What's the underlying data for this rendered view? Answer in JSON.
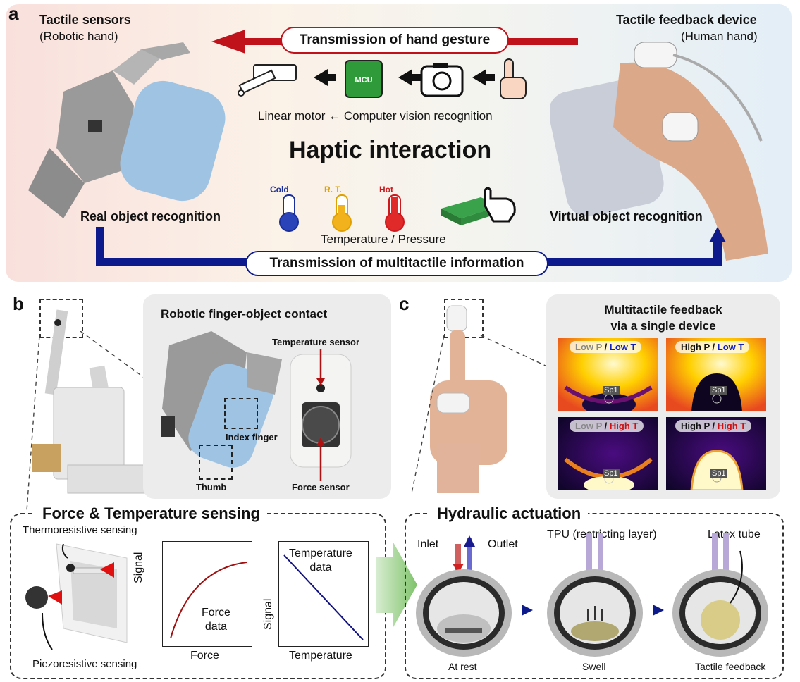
{
  "panel_a": {
    "letter": "a",
    "left_title": "Tactile sensors",
    "left_sub": "(Robotic hand)",
    "right_title": "Tactile feedback device",
    "right_sub": "(Human hand)",
    "top_arrow_label": "Transmission of hand gesture",
    "mcu_label": "MCU",
    "pipeline_caption": "Linear motor ← Computer vision recognition",
    "center_title": "Haptic interaction",
    "thermo_cold": "Cold",
    "thermo_rt": "R. T.",
    "thermo_hot": "Hot",
    "temp_pressure": "Temperature / Pressure",
    "real_obj": "Real object recognition",
    "virtual_obj": "Virtual object recognition",
    "bottom_arrow_label": "Transmission of multitactile information",
    "colors": {
      "red_arrow": "#c0121b",
      "blue_arrow": "#0c1a8c",
      "mcu_green": "#2f9a3a"
    }
  },
  "panel_b": {
    "letter": "b",
    "contact_title": "Robotic finger-object contact",
    "temp_sensor": "Temperature sensor",
    "force_sensor": "Force sensor",
    "index_finger": "Index finger",
    "thumb": "Thumb",
    "sensing_title": "Force & Temperature sensing",
    "thermoresistive": "Thermoresistive sensing",
    "piezoresistive": "Piezoresistive sensing",
    "plot1": {
      "xlabel": "Force",
      "ylabel": "Signal",
      "inner": "Force\ndata"
    },
    "plot2": {
      "xlabel": "Temperature",
      "ylabel": "Signal",
      "inner": "Temperature\ndata"
    }
  },
  "panel_c": {
    "letter": "c",
    "feedback_title_1": "Multitactile feedback",
    "feedback_title_2": "via a single device",
    "thermal_labels": [
      {
        "p": "Low P",
        "t": "Low T",
        "p_color": "#888888",
        "t_color": "#1020c0"
      },
      {
        "p": "High P",
        "t": "Low T",
        "p_color": "#111111",
        "t_color": "#1020c0"
      },
      {
        "p": "Low P",
        "t": "High T",
        "p_color": "#888888",
        "t_color": "#d01010"
      },
      {
        "p": "High P",
        "t": "High T",
        "p_color": "#111111",
        "t_color": "#d01010"
      }
    ],
    "spot_label": "Sp1",
    "actuation_title": "Hydraulic actuation",
    "inlet": "Inlet",
    "outlet": "Outlet",
    "tpu": "TPU (restricting layer)",
    "latex": "Latex tube",
    "stages": [
      "At rest",
      "Swell",
      "Tactile feedback"
    ]
  }
}
